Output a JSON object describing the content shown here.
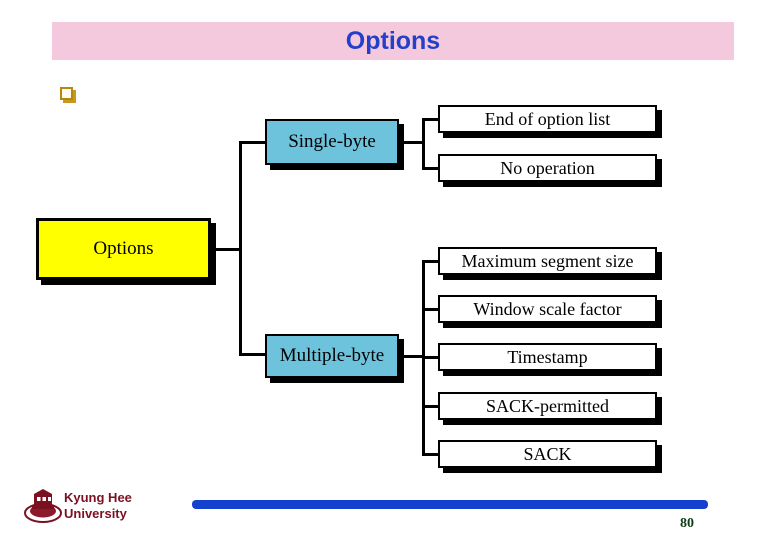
{
  "slide": {
    "title": "Options",
    "title_color": "#2340c8",
    "title_band_color": "#f5c9dd",
    "bullet_glyph": "square-bullet"
  },
  "diagram": {
    "type": "tree",
    "root": {
      "label": "Options",
      "color": "#ffff00"
    },
    "branches": [
      {
        "label": "Single-byte",
        "color": "#6ec3dc",
        "children": [
          {
            "label": "End of option list",
            "color": "#ffffff"
          },
          {
            "label": "No operation",
            "color": "#ffffff"
          }
        ]
      },
      {
        "label": "Multiple-byte",
        "color": "#6ec3dc",
        "children": [
          {
            "label": "Maximum segment size",
            "color": "#ffffff"
          },
          {
            "label": "Window scale factor",
            "color": "#ffffff"
          },
          {
            "label": "Timestamp",
            "color": "#ffffff"
          },
          {
            "label": "SACK-permitted",
            "color": "#ffffff"
          },
          {
            "label": "SACK",
            "color": "#ffffff"
          }
        ]
      }
    ]
  },
  "footer": {
    "university_line1": "Kyung Hee",
    "university_line2": "University",
    "university_color": "#7b1020",
    "rule_color": "#1341cd",
    "page_number": "80"
  }
}
